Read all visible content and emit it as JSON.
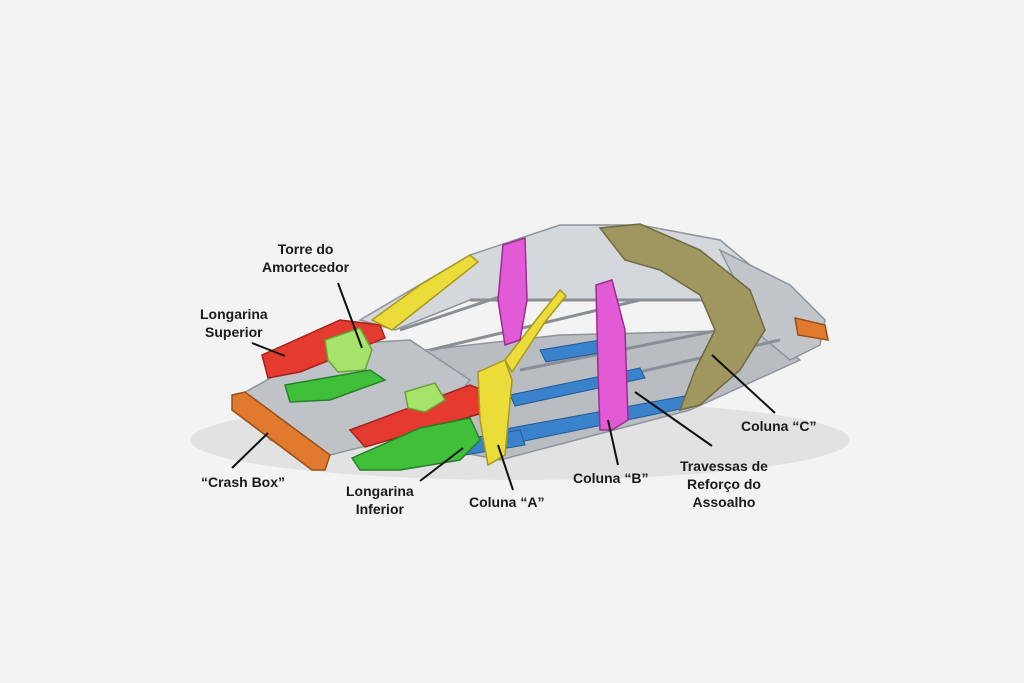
{
  "labels": {
    "torre": {
      "line1": "Torre do",
      "line2": "Amortecedor"
    },
    "longarina_superior": {
      "line1": "Longarina",
      "line2": "Superior"
    },
    "crash_box": {
      "line1": "“Crash Box”"
    },
    "longarina_inferior": {
      "line1": "Longarina",
      "line2": "Inferior"
    },
    "coluna_a": {
      "line1": "Coluna “A”"
    },
    "coluna_b": {
      "line1": "Coluna “B”"
    },
    "travessas": {
      "line1": "Travessas de",
      "line2": "Reforço do",
      "line3": "Assoalho"
    },
    "coluna_c": {
      "line1": "Coluna “C”"
    }
  },
  "colors": {
    "background": "#f3f3f3",
    "body_frame": "#c9ccd0",
    "crash_box": "#e07a2e",
    "longarina_superior": "#e53a2f",
    "longarina_inferior": "#3fbf3a",
    "torre": "#a6e36b",
    "coluna_a": "#ecdc3a",
    "coluna_b": "#e25ad6",
    "coluna_c": "#9f9660",
    "travessas": "#3a82cc"
  }
}
